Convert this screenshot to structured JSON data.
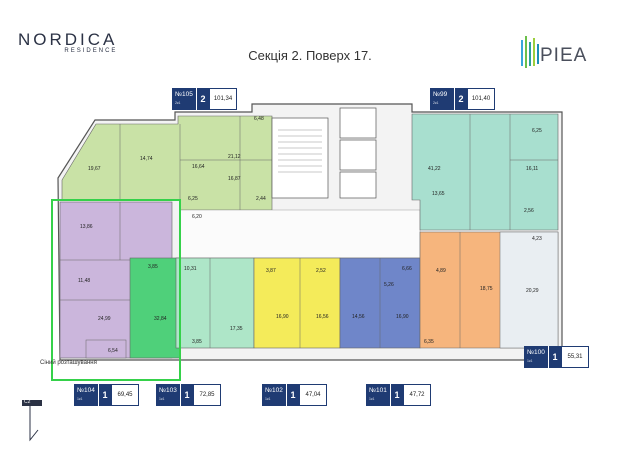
{
  "header": {
    "logo_main": "NORDICA",
    "logo_sub": "RESIDENCE",
    "title": "Секція 2. Поверх 17.",
    "brand": "PIEA",
    "legend_label": "Сіний розташування",
    "compass_label": "C2"
  },
  "apartments": [
    {
      "number": "№105",
      "type": "2к1",
      "rooms": "2",
      "area": "101,34"
    },
    {
      "number": "№99",
      "type": "2к1",
      "rooms": "2",
      "area": "101,40"
    },
    {
      "number": "№104",
      "type": "1к1",
      "rooms": "1",
      "area": "69,45"
    },
    {
      "number": "№103",
      "type": "1к1",
      "rooms": "1",
      "area": "72,85"
    },
    {
      "number": "№102",
      "type": "1к1",
      "rooms": "1",
      "area": "47,04"
    },
    {
      "number": "№101",
      "type": "1к1",
      "rooms": "1",
      "area": "47,72"
    },
    {
      "number": "№100",
      "type": "1к1",
      "rooms": "1",
      "area": "55,31"
    }
  ],
  "room_labels": {
    "a": "19,67",
    "b": "14,74",
    "c": "16,64",
    "d": "21,12",
    "e": "6,48",
    "f": "16,87",
    "g": "2,44",
    "h": "6,25",
    "i": "13,86",
    "j": "11,48",
    "k": "24,99",
    "l": "6,54",
    "m": "32,84",
    "n": "3,85",
    "o": "10,31",
    "p": "17,35",
    "q": "3,85",
    "r": "16,90",
    "s": "3,87",
    "t": "2,52",
    "u": "16,56",
    "v": "14,56",
    "w": "5,26",
    "x": "6,66",
    "y": "16,90",
    "z": "6,35",
    "aa": "4,89",
    "ab": "18,75",
    "ac": "20,29",
    "ad": "41,22",
    "ae": "16,11",
    "af": "6,25",
    "ag": "13,65",
    "ah": "4,23",
    "ai": "2,56",
    "aj": "6,20"
  },
  "colors": {
    "green_light": "#c9e2a6",
    "purple": "#cbb6dc",
    "mint": "#aee6c8",
    "green": "#4fd07a",
    "yellow": "#f4eb5a",
    "blue": "#6f86c9",
    "orange": "#f6b57d",
    "teal": "#a8dfcf",
    "highlight": "#35d14a"
  }
}
